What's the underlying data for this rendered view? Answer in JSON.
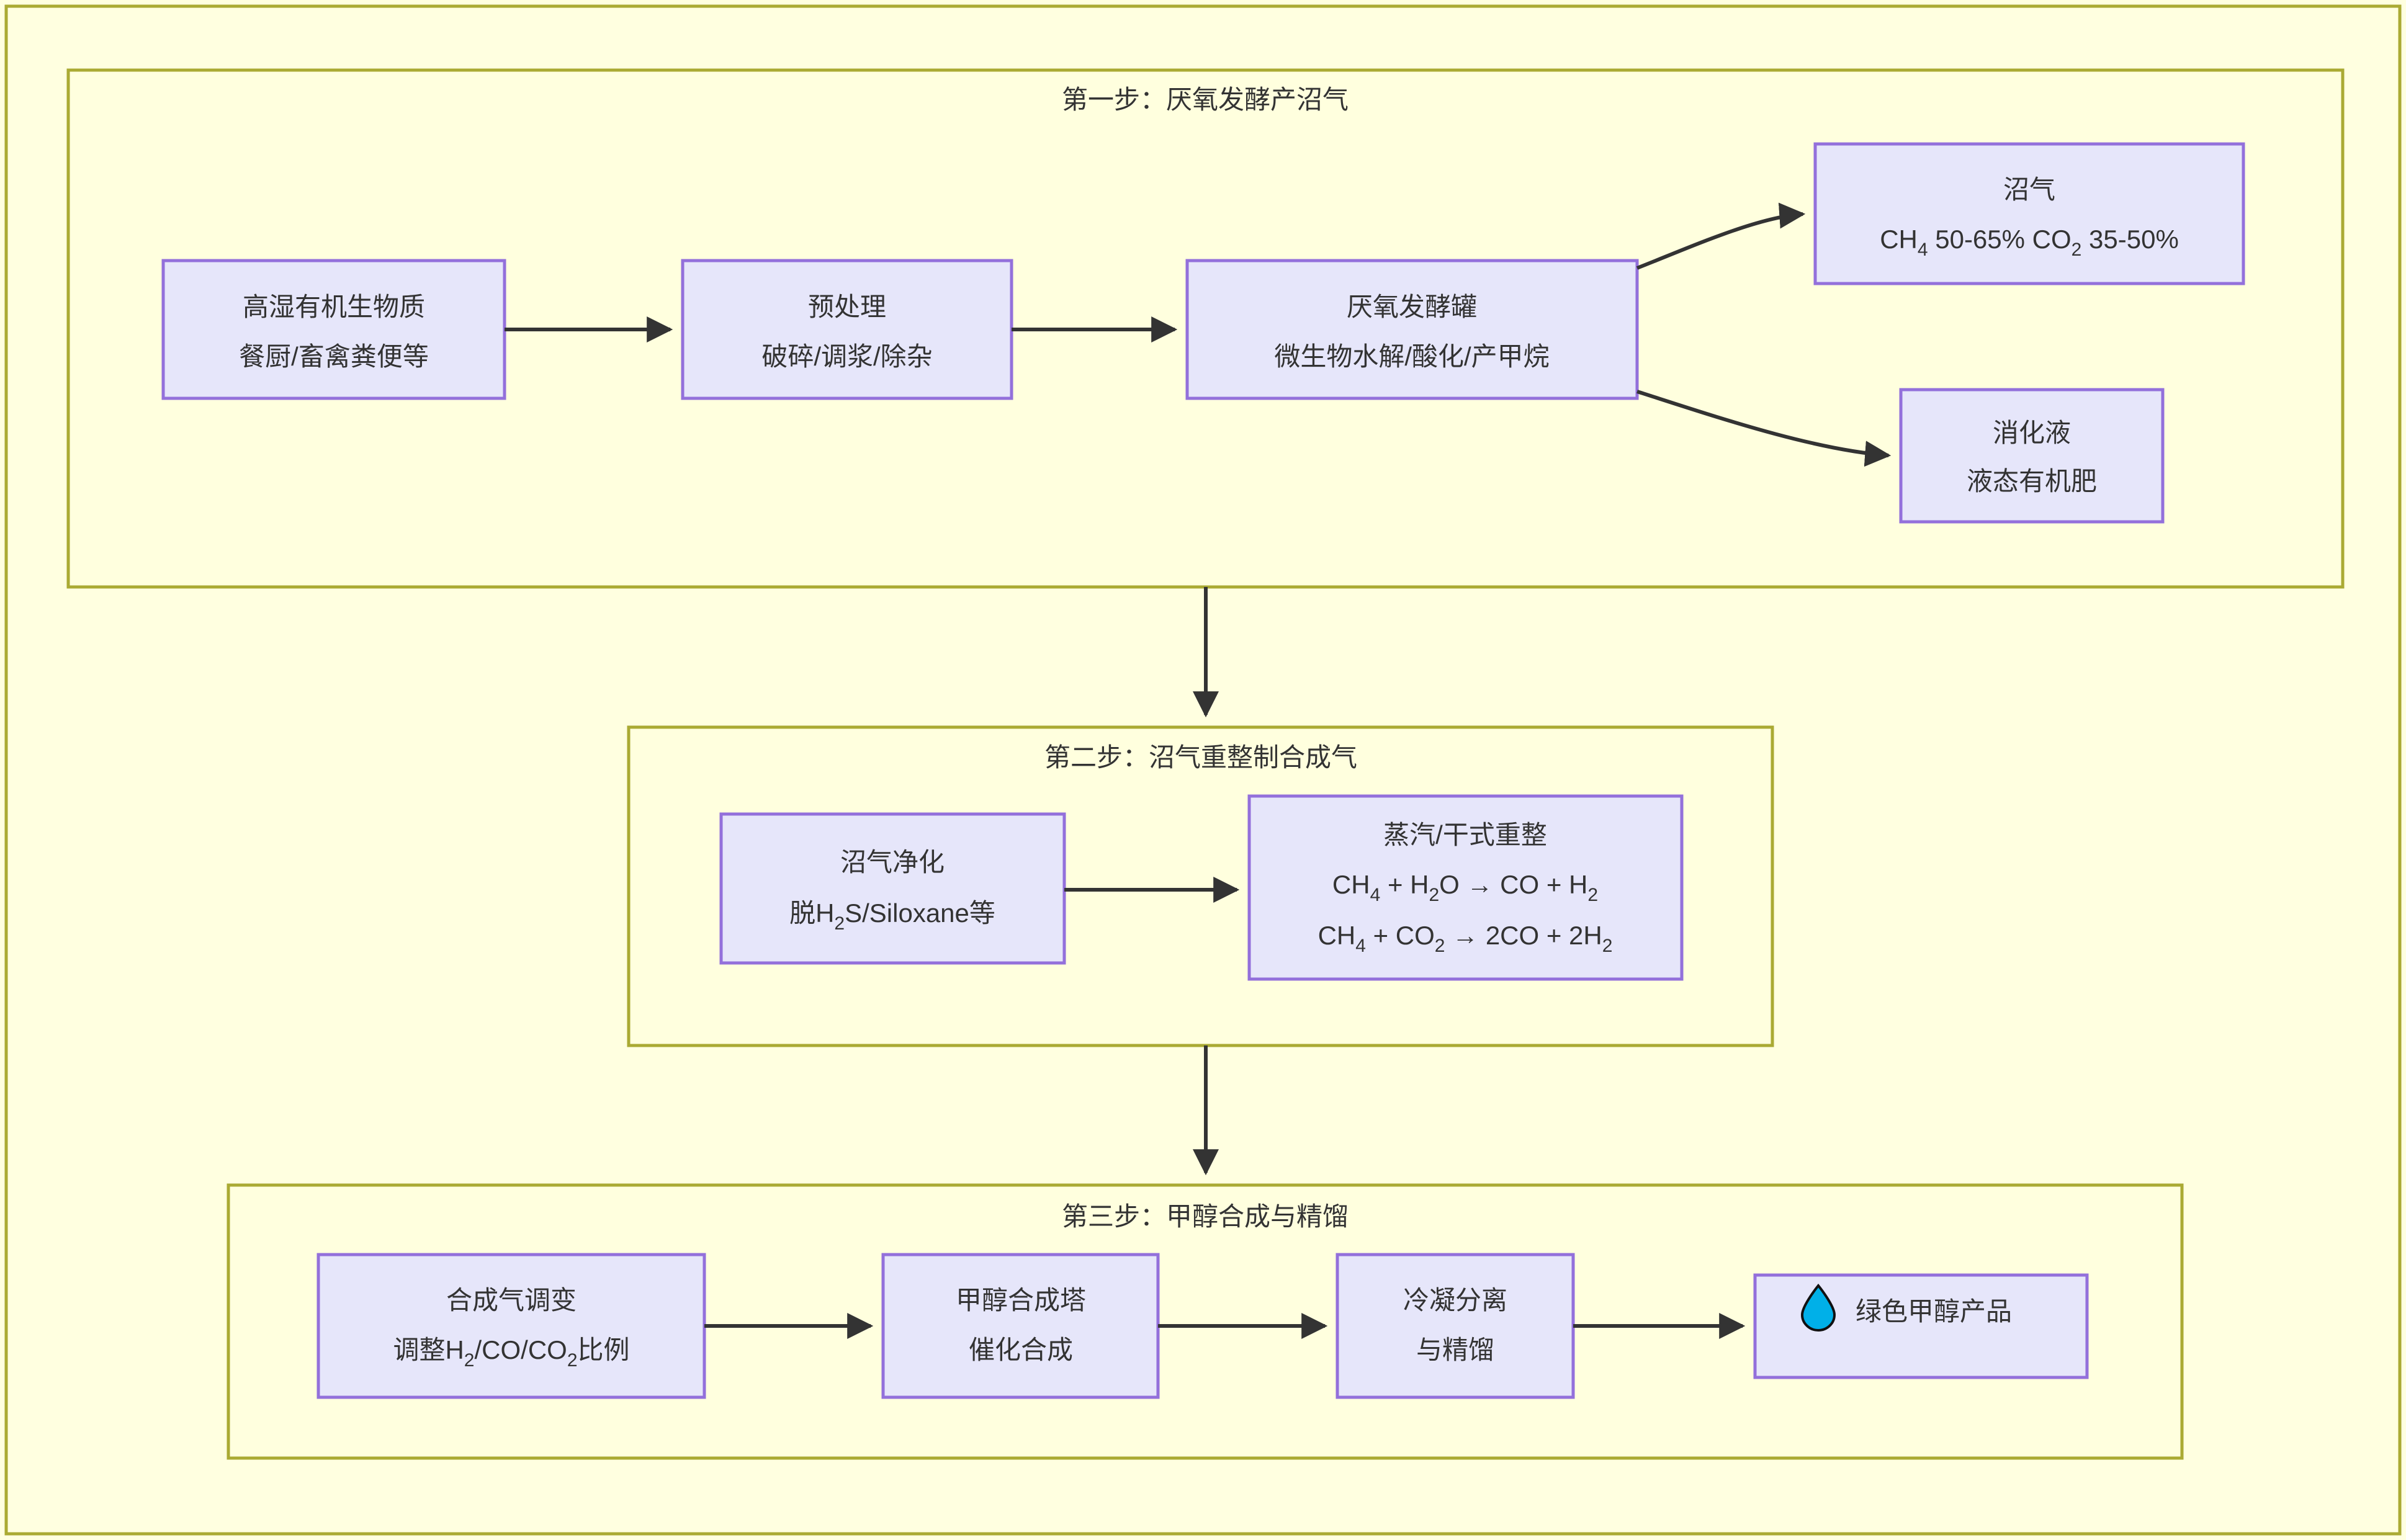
{
  "diagram": {
    "title_visible": false,
    "colors": {
      "canvas_bg": "#ffffe0",
      "subgraph_bg": "#ffffde",
      "subgraph_border": "#aaaa33",
      "node_bg": "#e6e6fa",
      "node_border": "#9370db",
      "edge": "#333333",
      "text": "#333333",
      "droplet": "#00b0e8"
    },
    "subgraphs": [
      {
        "id": "step1",
        "label": "第一步：厌氧发酵产沼气",
        "nodes": [
          {
            "id": "feedstock",
            "line1": "高湿有机生物质",
            "line2": "餐厨/畜禽粪便等"
          },
          {
            "id": "pretreat",
            "line1": "预处理",
            "line2": "破碎/调浆/除杂"
          },
          {
            "id": "digester",
            "line1": "厌氧发酵罐",
            "line2": "微生物水解/酸化/产甲烷"
          },
          {
            "id": "biogas",
            "line1": "沼气",
            "line2_parts": [
              "CH",
              "4",
              " 50-65% CO",
              "2",
              " 35-50%"
            ]
          },
          {
            "id": "digestate",
            "line1": "消化液",
            "line2": "液态有机肥"
          }
        ]
      },
      {
        "id": "step2",
        "label": "第二步：沼气重整制合成气",
        "nodes": [
          {
            "id": "purify",
            "line1": "沼气净化",
            "line2_parts": [
              "脱H",
              "2",
              "S/Siloxane等"
            ]
          },
          {
            "id": "reform",
            "line1": "蒸汽/干式重整",
            "line2_parts": [
              "CH",
              "4",
              " + H",
              "2",
              "O → CO + H",
              "2",
              ""
            ],
            "line3_parts": [
              "CH",
              "4",
              " + CO",
              "2",
              " → 2CO + 2H",
              "2",
              ""
            ]
          }
        ]
      },
      {
        "id": "step3",
        "label": "第三步：甲醇合成与精馏",
        "nodes": [
          {
            "id": "shift",
            "line1": "合成气调变",
            "line2_parts": [
              "调整H",
              "2",
              "/CO/CO",
              "2",
              "比例"
            ]
          },
          {
            "id": "reactor",
            "line1": "甲醇合成塔",
            "line2": "催化合成"
          },
          {
            "id": "separate",
            "line1": "冷凝分离",
            "line2": "与精馏"
          },
          {
            "id": "product",
            "icon": "droplet-icon",
            "line1": "绿色甲醇产品"
          }
        ]
      }
    ],
    "edges": [
      {
        "from": "feedstock",
        "to": "pretreat",
        "style": "straight"
      },
      {
        "from": "pretreat",
        "to": "digester",
        "style": "straight"
      },
      {
        "from": "digester",
        "to": "biogas",
        "style": "curve-up"
      },
      {
        "from": "digester",
        "to": "digestate",
        "style": "curve-down"
      },
      {
        "from": "step1",
        "to": "step2",
        "style": "vertical"
      },
      {
        "from": "purify",
        "to": "reform",
        "style": "straight"
      },
      {
        "from": "step2",
        "to": "step3",
        "style": "vertical"
      },
      {
        "from": "shift",
        "to": "reactor",
        "style": "straight"
      },
      {
        "from": "reactor",
        "to": "separate",
        "style": "straight"
      },
      {
        "from": "separate",
        "to": "product",
        "style": "straight"
      }
    ]
  }
}
